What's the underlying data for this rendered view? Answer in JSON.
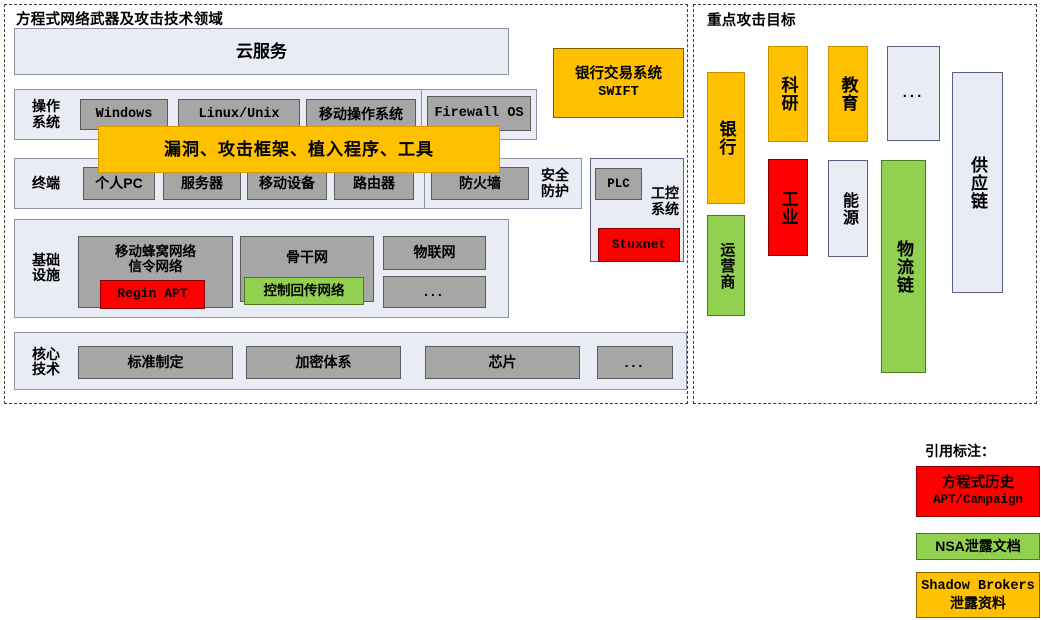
{
  "left_panel": {
    "title": "方程式网络武器及攻击技术领域",
    "cloud": {
      "label": "云服务"
    },
    "rows": {
      "os": {
        "label": "操作\n系统",
        "label_line1": "操作",
        "label_line2": "系统",
        "items": [
          "Windows",
          "Linux/Unix",
          "移动操作系统"
        ],
        "separate_item": "Firewall OS"
      },
      "terminal": {
        "label_line1": "终端",
        "items": [
          "个人PC",
          "服务器",
          "移动设备",
          "路由器"
        ],
        "firewall_item": "防火墙",
        "security_label_line1": "安全",
        "security_label_line2": "防护"
      },
      "infrastructure": {
        "label_line1": "基础",
        "label_line2": "设施",
        "cell_mobile_line1": "移动蜂窝网络",
        "cell_mobile_line2": "信令网络",
        "cell_mobile_tag": "Regin APT",
        "backbone_label": "骨干网",
        "backbone_tag": "控制回传网络",
        "iot_label": "物联网",
        "iot_more": "..."
      },
      "core": {
        "label_line1": "核心",
        "label_line2": "技术",
        "items": [
          "标准制定",
          "加密体系",
          "芯片",
          "..."
        ]
      }
    },
    "bank_swift": {
      "line1": "银行交易系统",
      "line2": "SWIFT"
    },
    "ics": {
      "plc": "PLC",
      "label_line1": "工控",
      "label_line2": "系统",
      "tag": "Stuxnet"
    },
    "overlay_band": "漏洞、攻击框架、植入程序、工具"
  },
  "right_panel": {
    "title": "重点攻击目标",
    "targets": [
      {
        "label": "银行",
        "color": "amber"
      },
      {
        "label": "运营商",
        "color": "green"
      },
      {
        "label": "科研",
        "color": "amber"
      },
      {
        "label": "工业",
        "color": "red"
      },
      {
        "label": "教育",
        "color": "amber"
      },
      {
        "label": "能源",
        "color": "pale"
      },
      {
        "label": "...",
        "color": "pale"
      },
      {
        "label": "物流链",
        "color": "green"
      },
      {
        "label": "供应链",
        "color": "pale"
      }
    ]
  },
  "legend": {
    "title": "引用标注：",
    "items": [
      {
        "line1": "方程式历史",
        "line2": "APT/Campaign",
        "color": "red"
      },
      {
        "line1": "NSA泄露文档",
        "line2": "",
        "color": "green"
      },
      {
        "line1": "Shadow Brokers",
        "line2": "泄露资料",
        "color": "amber"
      }
    ]
  },
  "colors": {
    "amber": "#FFC000",
    "red": "#FF0000",
    "green": "#92D050",
    "pale": "#E9EBF5",
    "gray": "#A6A6A6"
  }
}
